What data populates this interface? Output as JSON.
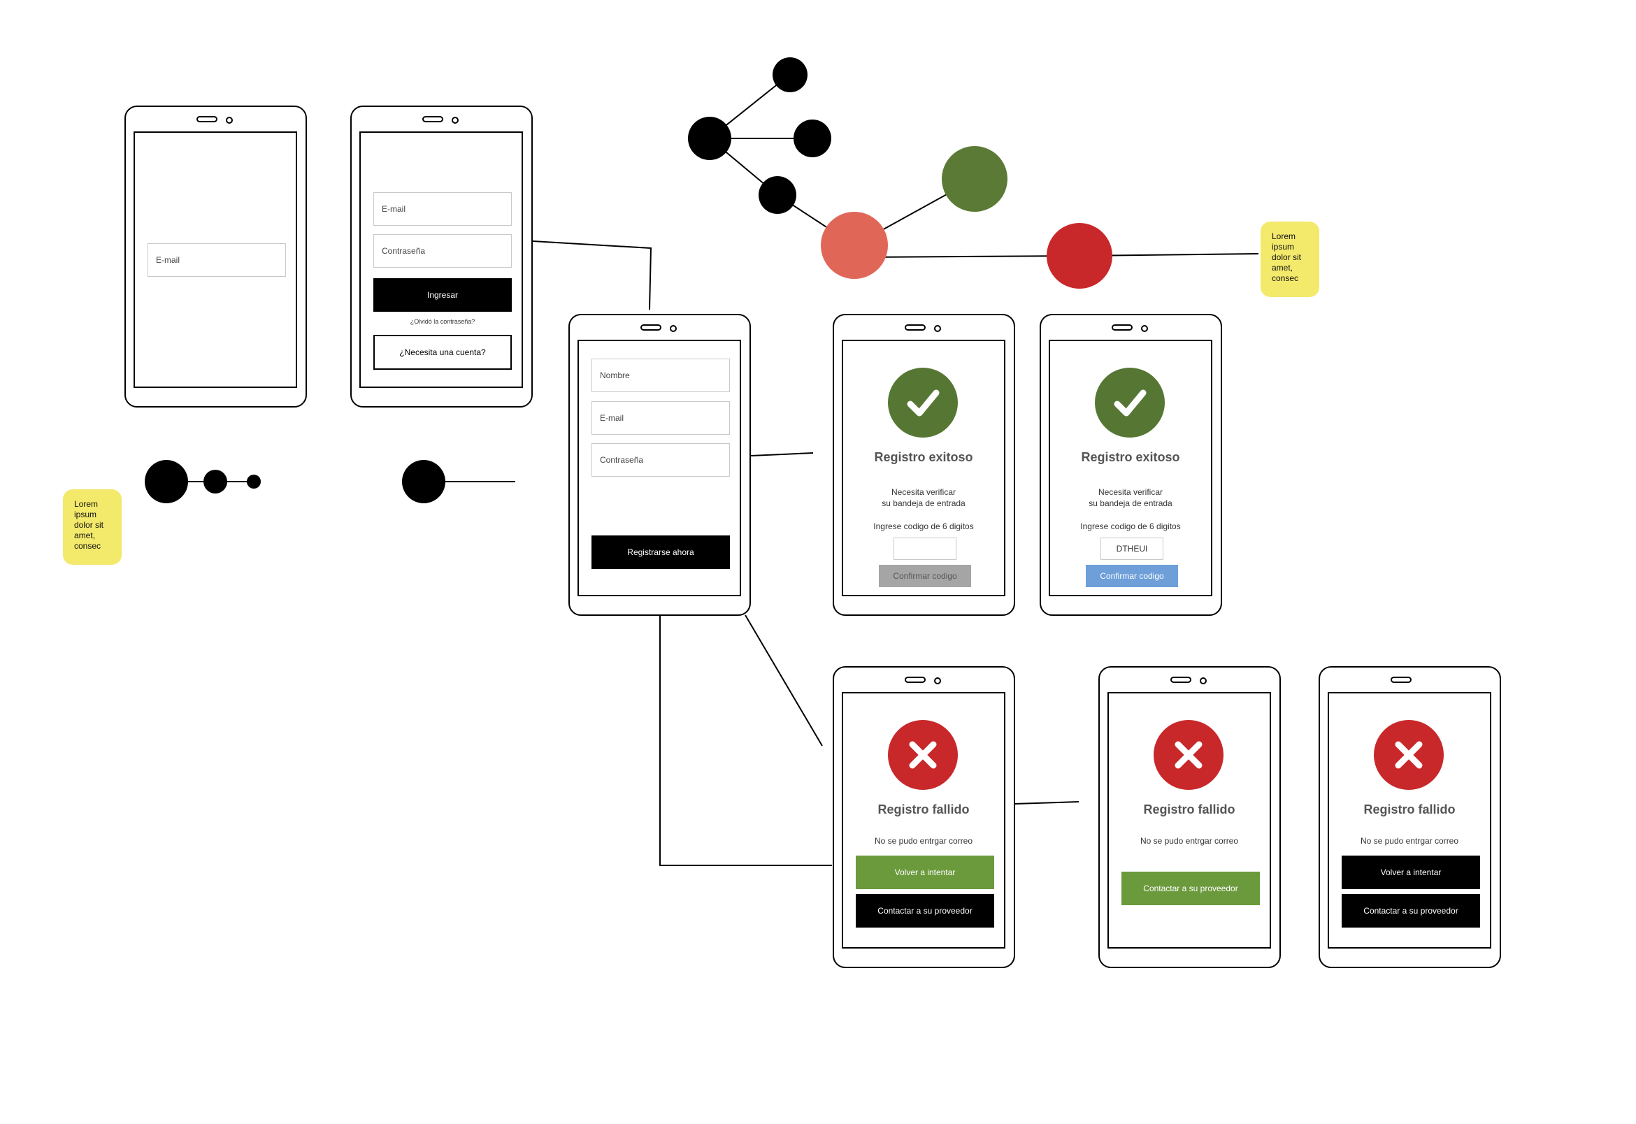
{
  "phone1": {
    "email_field": "E-mail"
  },
  "login": {
    "email_field": "E-mail",
    "password_field": "Contraseña",
    "login_button": "Ingresar",
    "forgot_link": "¿Olvidó la contraseña?",
    "need_account_button": "¿Necesita una cuenta?"
  },
  "signup": {
    "name_field": "Nombre",
    "email_field": "E-mail",
    "password_field": "Contraseña",
    "register_button": "Registrarse ahora"
  },
  "success1": {
    "title": "Registro exitoso",
    "verify_line1": "Necesita verificar",
    "verify_line2": "su bandeja de entrada",
    "code_prompt": "Ingrese codigo de 6 digitos",
    "code_value": "",
    "confirm_button": "Confirmar codigo",
    "icon": "check-icon",
    "color": "#567733"
  },
  "success2": {
    "title": "Registro exitoso",
    "verify_line1": "Necesita verificar",
    "verify_line2": "su bandeja de entrada",
    "code_prompt": "Ingrese codigo de 6 digitos",
    "code_value": "DTHEUI",
    "confirm_button": "Confirmar codigo",
    "icon": "check-icon",
    "color": "#567733"
  },
  "fail1": {
    "title": "Registro fallido",
    "message": "No se pudo entrgar correo",
    "retry_button": "Volver a intentar",
    "contact_button": "Contactar a su proveedor",
    "icon": "x-icon",
    "color": "#c8282a"
  },
  "fail2": {
    "title": "Registro fallido",
    "message": "No se pudo entrgar correo",
    "contact_button": "Contactar a su proveedor",
    "icon": "x-icon",
    "color": "#c8282a"
  },
  "fail3": {
    "title": "Registro fallido",
    "message": "No se pudo entrgar correo",
    "retry_button": "Volver a intentar",
    "contact_button": "Contactar a su proveedor",
    "icon": "x-icon",
    "color": "#c8282a"
  },
  "notes": {
    "left": [
      "Lorem",
      "ipsum",
      "dolor sit",
      "amet,",
      "consec"
    ],
    "right": [
      "Lorem",
      "ipsum",
      "dolor sit",
      "amet,",
      "consec"
    ]
  },
  "colors": {
    "node_black": "#000000",
    "node_green": "#5a7a35",
    "node_salmon": "#e06758",
    "node_red": "#c8282a",
    "note_yellow": "#f3e96b",
    "button_green": "#6b9a3d",
    "button_blue": "#6e9fd8",
    "button_gray": "#a5a5a5"
  }
}
